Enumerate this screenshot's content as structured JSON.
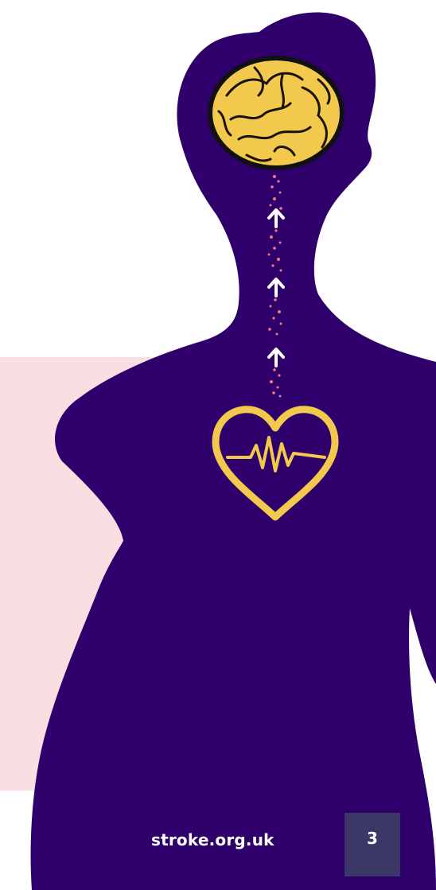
{
  "footer": {
    "url": "stroke.org.uk",
    "page_number": "3"
  },
  "illustration": {
    "icons": [
      "brain-icon",
      "heart-icon",
      "heartbeat-line-icon",
      "arrow-up-icon",
      "blood-clot-particles"
    ],
    "colors": {
      "silhouette": "#2f006b",
      "brain": "#f2c94c",
      "heart": "#f2c94c",
      "particles": "#f27a8a",
      "arrows": "#ffffff",
      "pink_panel": "#f9dfe1",
      "page_box": "#3b3766"
    }
  }
}
